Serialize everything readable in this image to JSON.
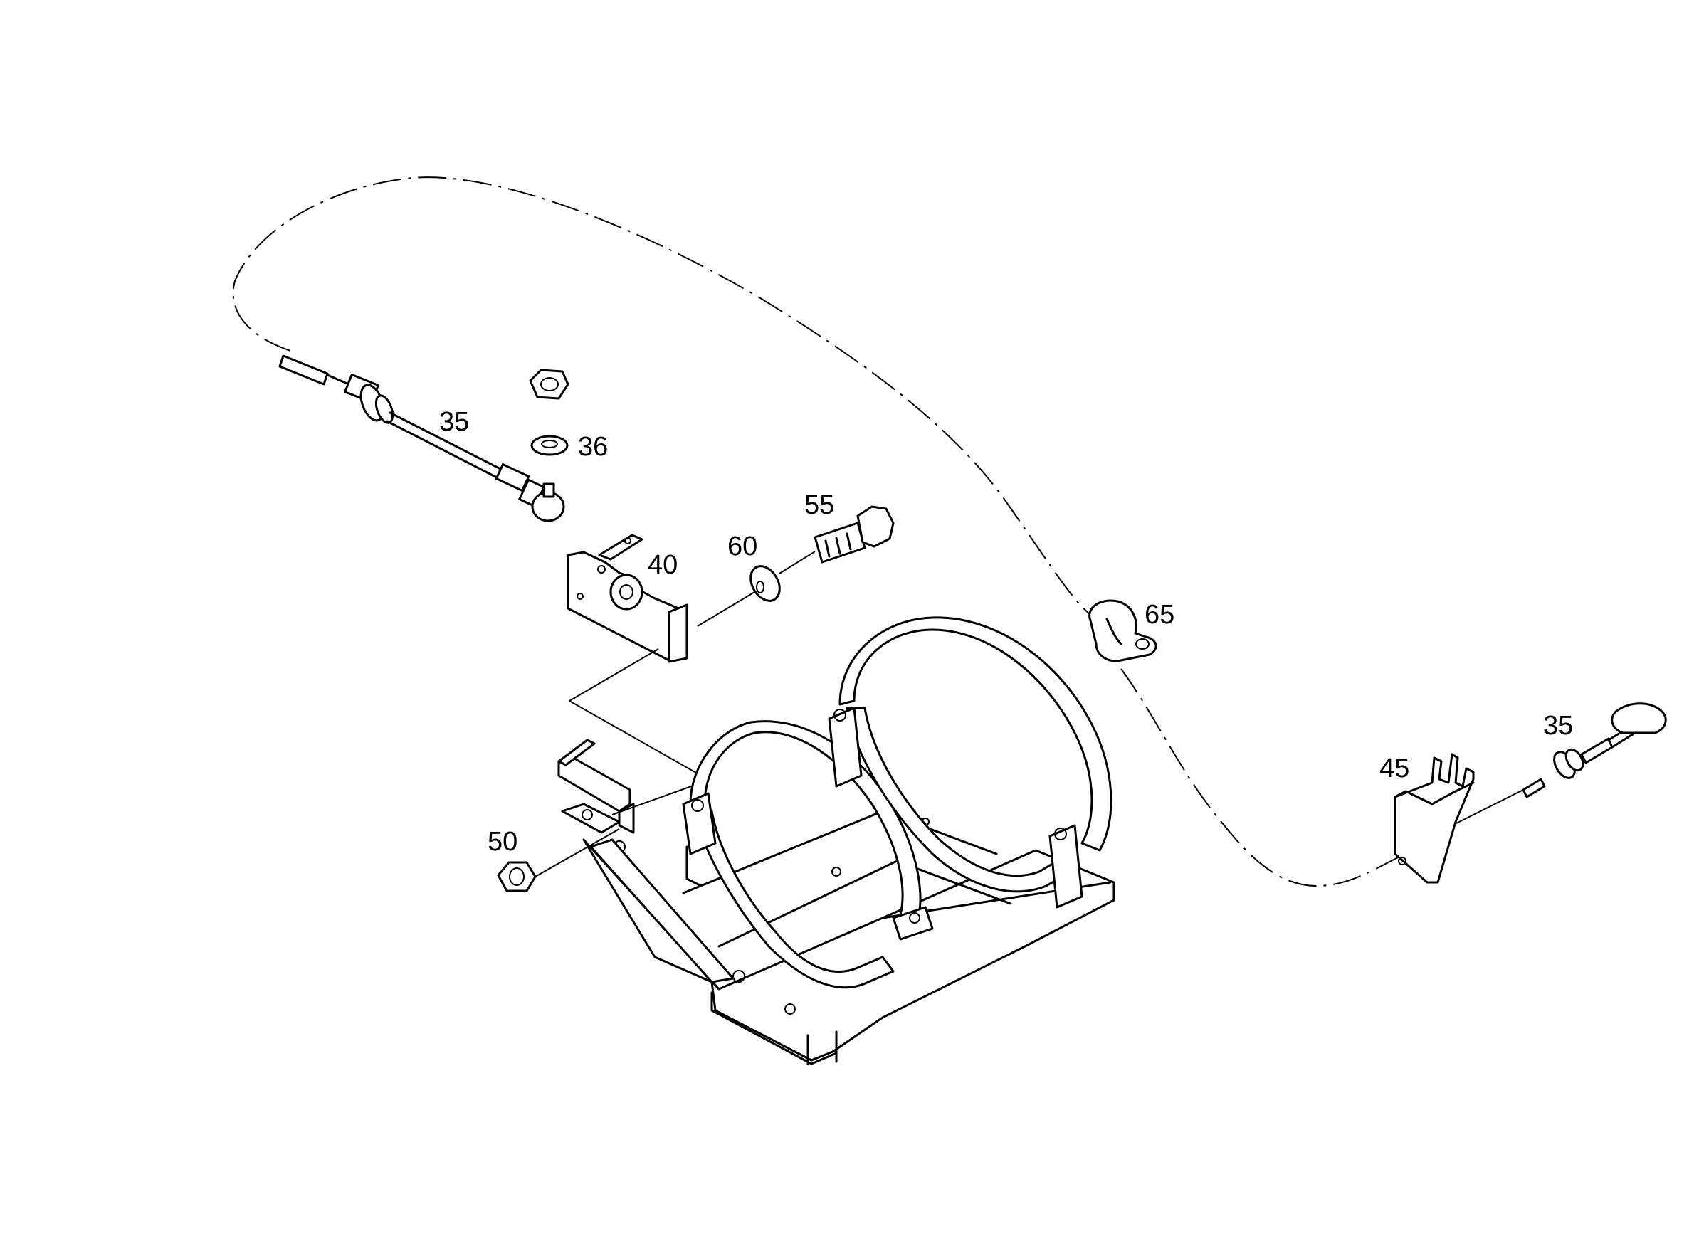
{
  "labels": {
    "cable_left": "35",
    "washer_top": "36",
    "bracket_40": "40",
    "bracket_45": "45",
    "nut_50": "50",
    "bolt_55": "55",
    "washer_60": "60",
    "clamp_65": "65",
    "cable_right": "35"
  }
}
